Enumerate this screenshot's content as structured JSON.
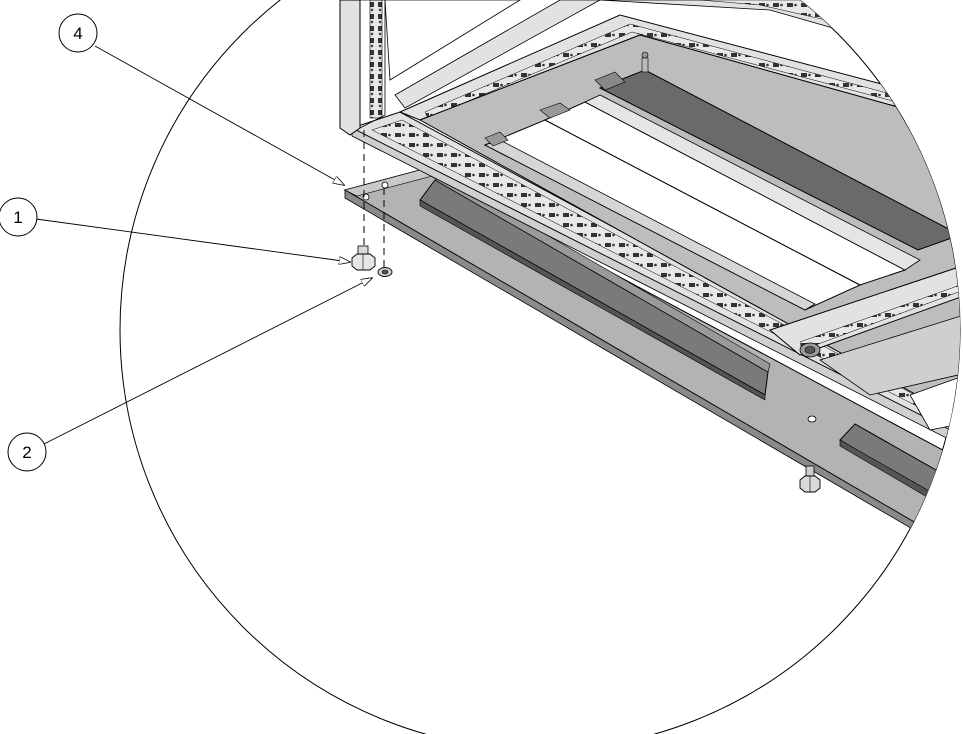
{
  "callouts": [
    {
      "label": "4",
      "part": "base-plate"
    },
    {
      "label": "1",
      "part": "hex-bolt"
    },
    {
      "label": "2",
      "part": "washer"
    }
  ],
  "colors": {
    "line": "#000000",
    "plate_fill": "#b3b3b3",
    "plate_dark": "#7a7a7a",
    "rail_dark": "#6e6e6e",
    "panel_light": "#ffffff",
    "panel_mid": "#d6d6d6",
    "frame_fill": "#e2e2e2"
  }
}
